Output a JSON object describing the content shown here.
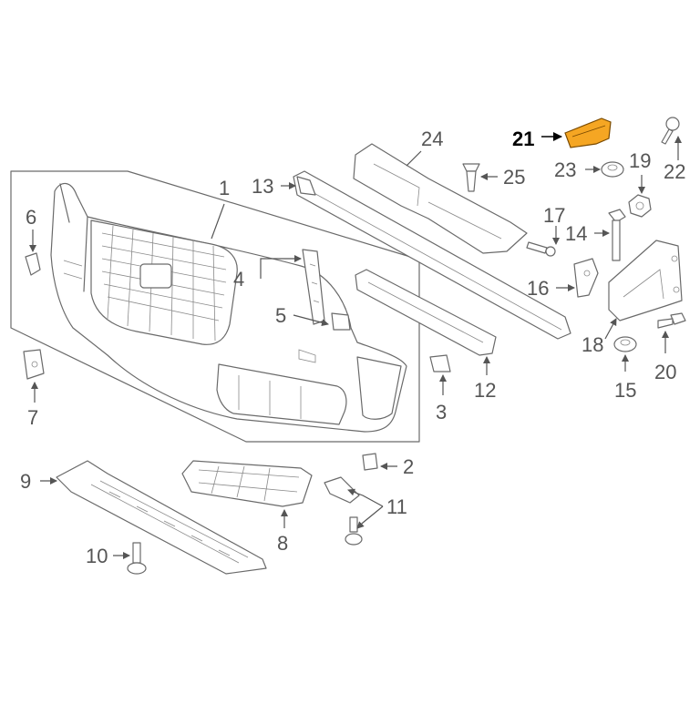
{
  "colors": {
    "line": "#6a6a6a",
    "callout_text": "#555555",
    "highlight_fill": "#f5a623",
    "highlight_text": "#000000"
  },
  "highlighted_callout": "21",
  "callouts": {
    "c1": "1",
    "c2": "2",
    "c3": "3",
    "c4": "4",
    "c5": "5",
    "c6": "6",
    "c7": "7",
    "c8": "8",
    "c9": "9",
    "c10": "10",
    "c11": "11",
    "c12": "12",
    "c13": "13",
    "c14": "14",
    "c15": "15",
    "c16": "16",
    "c17": "17",
    "c18": "18",
    "c19": "19",
    "c20": "20",
    "c21": "21",
    "c22": "22",
    "c23": "23",
    "c24": "24",
    "c25": "25"
  }
}
